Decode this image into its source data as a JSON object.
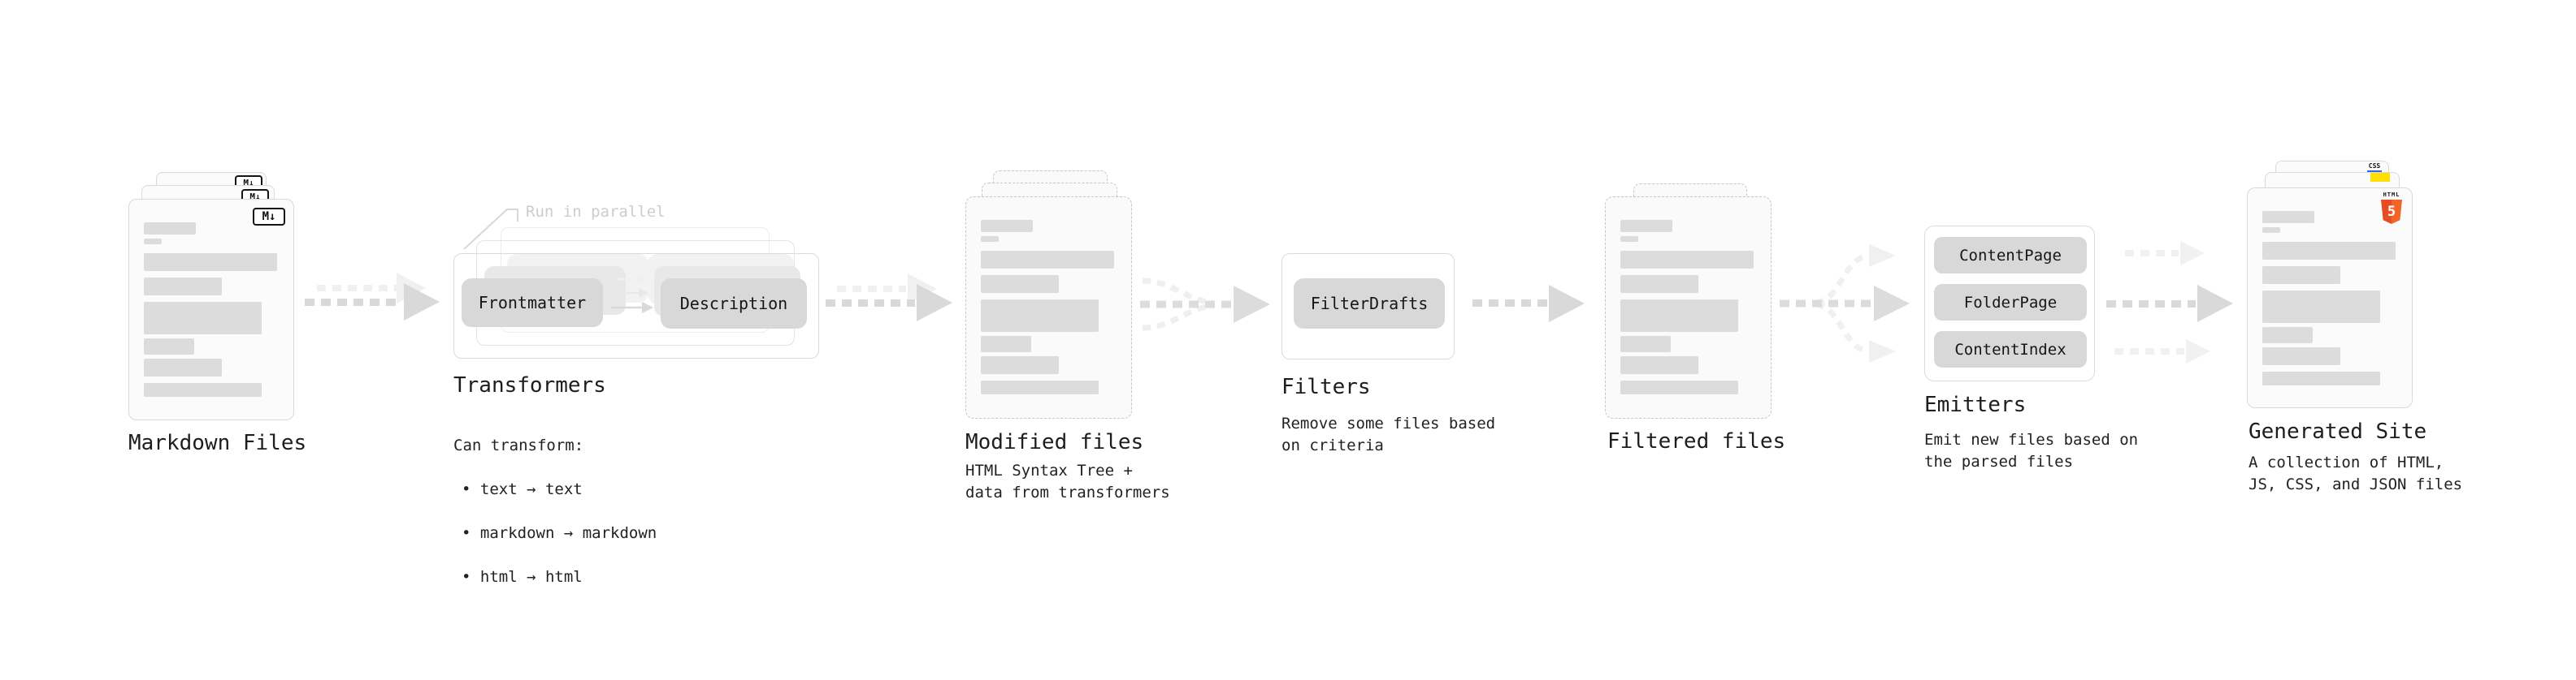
{
  "stages": {
    "markdown_files": {
      "label": "Markdown Files",
      "badge": "M↓"
    },
    "transformers": {
      "label": "Transformers",
      "callout": "Run in parallel",
      "plugin_a": "Frontmatter",
      "plugin_b": "Description",
      "desc_title": "Can transform:",
      "bullets": [
        "• text → text",
        "• markdown → markdown",
        "• html → html"
      ]
    },
    "modified_files": {
      "label": "Modified files",
      "desc": "HTML Syntax Tree +\ndata from transformers"
    },
    "filters": {
      "label": "Filters",
      "plugin": "FilterDrafts",
      "desc": "Remove some files based\non criteria"
    },
    "filtered_files": {
      "label": "Filtered files"
    },
    "emitters": {
      "label": "Emitters",
      "plugins": [
        "ContentPage",
        "FolderPage",
        "ContentIndex"
      ],
      "desc": "Emit new files based on\nthe parsed files"
    },
    "generated_site": {
      "label": "Generated Site",
      "desc": "A collection of HTML,\nJS, CSS, and JSON files",
      "css_badge": "CSS",
      "html_badge_word": "HTML",
      "html_badge_number": "5"
    }
  },
  "colors": {
    "html5_orange": "#e44d26",
    "css_blue": "#2965f1",
    "js_yellow": "#ffdf00",
    "arrow_gray": "#d9d9d9",
    "placeholder_gray": "#dcdcdc"
  }
}
